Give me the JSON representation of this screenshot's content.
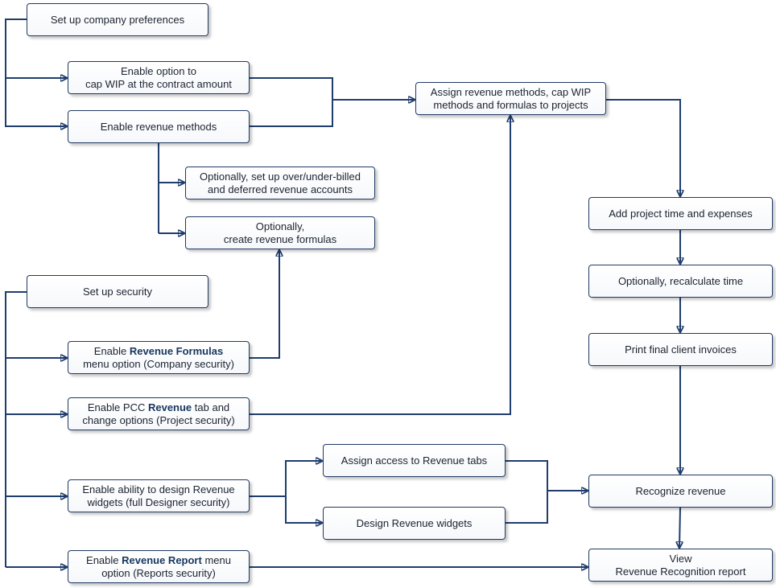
{
  "nodes": {
    "company_prefs": {
      "lines": [
        "Set up company preferences"
      ]
    },
    "cap_wip_option": {
      "lines": [
        "Enable option to",
        "cap WIP at the contract amount"
      ]
    },
    "revenue_methods": {
      "lines": [
        "Enable revenue methods"
      ]
    },
    "overunder_accounts": {
      "lines": [
        "Optionally, set up over/under-billed",
        "and deferred revenue accounts"
      ]
    },
    "revenue_formulas": {
      "lines": [
        "Optionally,",
        "create revenue formulas"
      ]
    },
    "assign_methods": {
      "lines": [
        "Assign revenue methods, cap WIP",
        "methods and formulas to projects"
      ]
    },
    "add_time": {
      "lines": [
        "Add project time and expenses"
      ]
    },
    "recalculate": {
      "lines": [
        "Optionally, recalculate time"
      ]
    },
    "print_invoices": {
      "lines": [
        "Print final client invoices"
      ]
    },
    "security": {
      "lines": [
        "Set up security"
      ]
    },
    "formulas_menu": {
      "l1_pre": "Enable ",
      "l1_bold": "Revenue Formulas",
      "l1_post": "",
      "l2": "menu option (Company security)"
    },
    "pcc_tab": {
      "l1_pre": "Enable PCC ",
      "l1_bold": "Revenue",
      "l1_post": " tab and",
      "l2": "change options (Project security)"
    },
    "design_widgets_ability": {
      "lines": [
        "Enable ability to design Revenue",
        "widgets (full Designer security)"
      ]
    },
    "assign_access": {
      "lines": [
        "Assign access to Revenue tabs"
      ]
    },
    "design_widgets": {
      "lines": [
        "Design Revenue widgets"
      ]
    },
    "report_menu": {
      "l1_pre": "Enable ",
      "l1_bold": "Revenue Report",
      "l1_post": " menu",
      "l2": "option (Reports security)"
    },
    "recognize": {
      "lines": [
        "Recognize revenue"
      ]
    },
    "view_report": {
      "lines": [
        "View",
        "Revenue Recognition report"
      ]
    }
  },
  "colors": {
    "connector": "#1f3d6d",
    "box_border": "#203a64",
    "bold_text": "#17365d"
  }
}
